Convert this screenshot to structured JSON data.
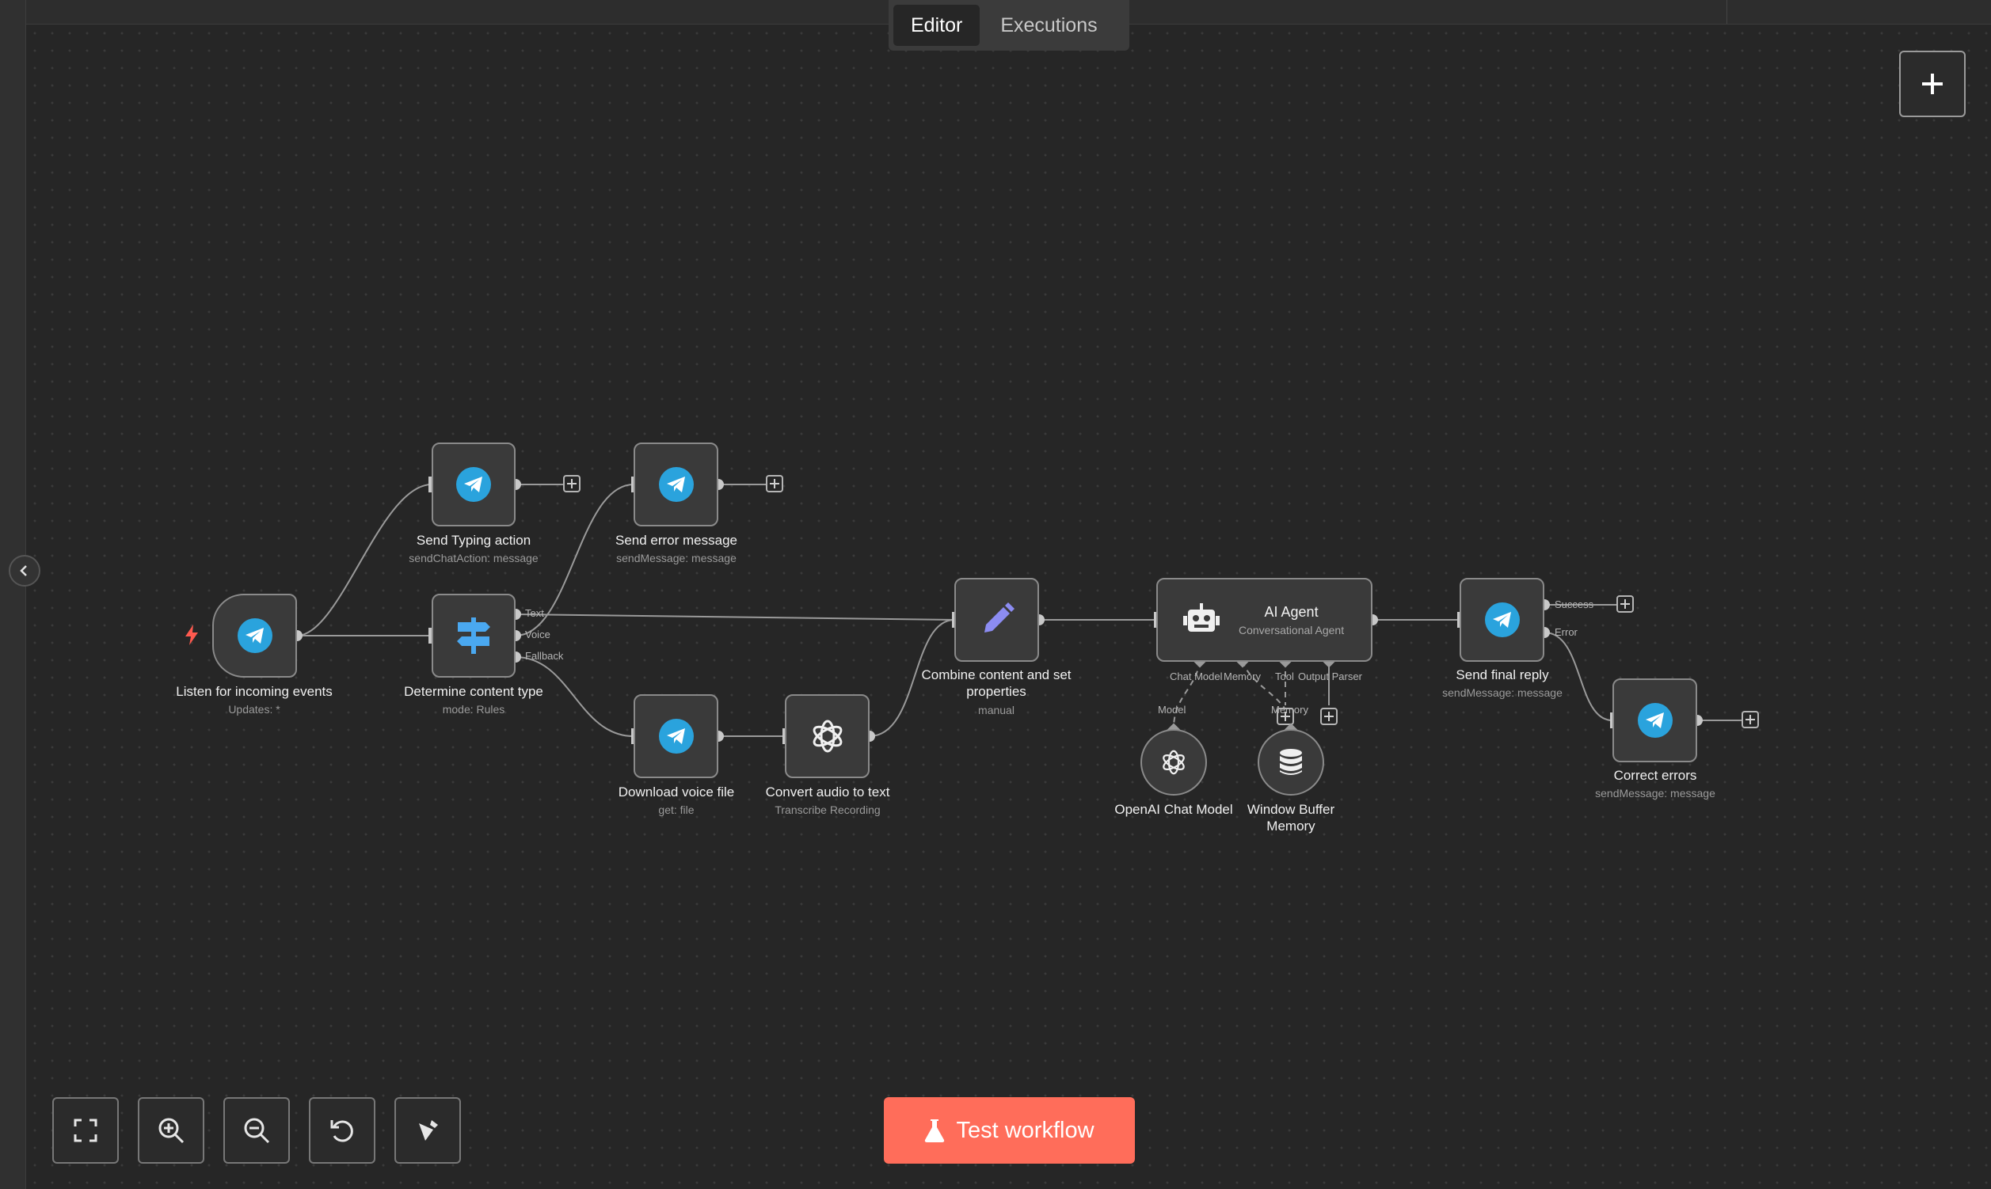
{
  "header": {
    "tabs": [
      {
        "label": "Editor",
        "active": true
      },
      {
        "label": "Executions",
        "active": false
      }
    ]
  },
  "nodes": {
    "listen": {
      "label": "Listen for incoming events",
      "sub": "Updates: *",
      "icon": "telegram-icon"
    },
    "typing": {
      "label": "Send Typing action",
      "sub": "sendChatAction: message",
      "icon": "telegram-icon"
    },
    "error_msg": {
      "label": "Send error message",
      "sub": "sendMessage: message",
      "icon": "telegram-icon"
    },
    "determine": {
      "label": "Determine content type",
      "sub": "mode: Rules",
      "icon": "signpost-icon",
      "outputs": [
        "Text",
        "Voice",
        "Fallback"
      ]
    },
    "download": {
      "label": "Download voice file",
      "sub": "get: file",
      "icon": "telegram-icon"
    },
    "convert": {
      "label": "Convert audio to text",
      "sub": "Transcribe Recording",
      "icon": "openai-icon"
    },
    "combine": {
      "label_line1": "Combine content and set",
      "label_line2": "properties",
      "sub": "manual",
      "icon": "pencil-icon"
    },
    "agent": {
      "title": "AI Agent",
      "sub": "Conversational Agent",
      "icon": "robot-icon",
      "ports": [
        "Chat Model",
        "Memory",
        "Tool",
        "Output Parser"
      ]
    },
    "openai_model": {
      "label": "OpenAI Chat Model",
      "port_label": "Model",
      "icon": "openai-icon"
    },
    "buffer_memory": {
      "label_line1": "Window Buffer",
      "label_line2": "Memory",
      "port_label": "Memory",
      "icon": "database-icon"
    },
    "final_reply": {
      "label": "Send final reply",
      "sub": "sendMessage: message",
      "icon": "telegram-icon",
      "outputs": [
        "Success",
        "Error"
      ]
    },
    "correct": {
      "label": "Correct errors",
      "sub": "sendMessage: message",
      "icon": "telegram-icon"
    }
  },
  "controls": {
    "test_workflow": "Test workflow",
    "buttons": [
      "fit-view-icon",
      "zoom-in-icon",
      "zoom-out-icon",
      "reset-zoom-icon",
      "tidy-up-icon"
    ]
  },
  "colors": {
    "canvas": "#262626",
    "node_border": "#8a8a8a",
    "telegram": "#2aa3dd",
    "accent": "#ff6d5a",
    "switch": "#4aa8f0",
    "pencil": "#8c8cf2"
  }
}
